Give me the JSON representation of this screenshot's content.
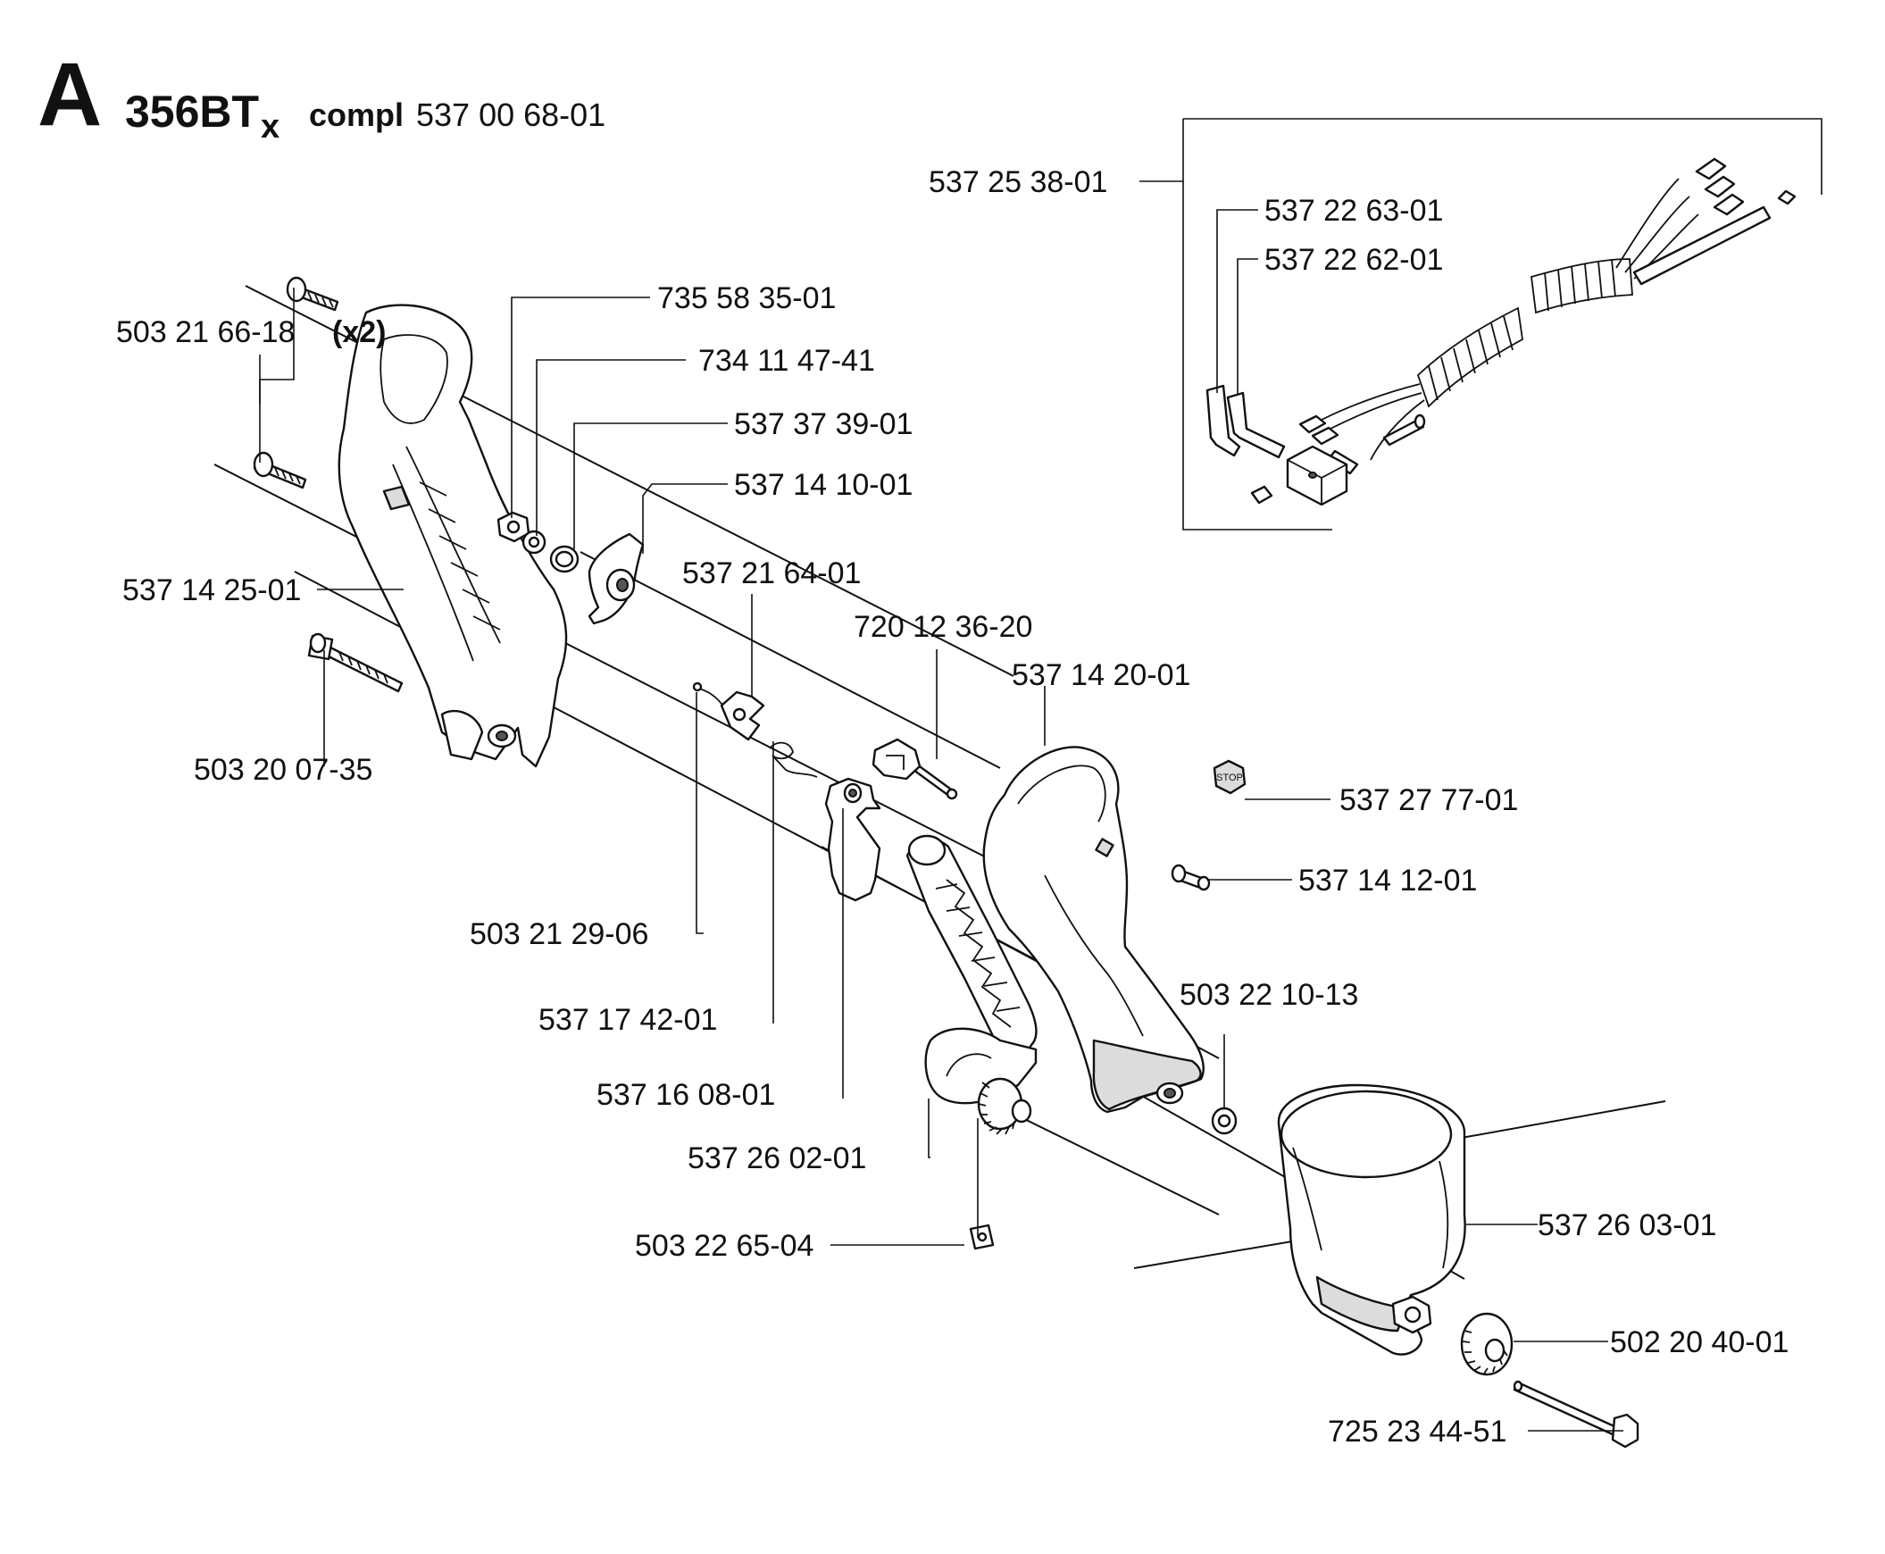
{
  "header": {
    "section_letter": "A",
    "model": "356BT",
    "model_subscript": "x",
    "compl_label": "compl",
    "compl_number": "537 00 68-01"
  },
  "callouts": {
    "c_503216618": "503 21 66-18",
    "c_503216618_qty": "(x2)",
    "c_73558350": "735 58 35-01",
    "c_73411474": "734 11 47-41",
    "c_53737390": "537 37 39-01",
    "c_53714100": "537 14 10-01",
    "c_53714250": "537 14 25-01",
    "c_53721640": "537 21 64-01",
    "c_72012362": "720 12 36-20",
    "c_53714200": "537 14 20-01",
    "c_50320073": "503 20 07-35",
    "c_53727770": "537 27 77-01",
    "c_53714120": "537 14 12-01",
    "c_50321290": "503 21 29-06",
    "c_50322101": "503 22 10-13",
    "c_53717420": "537 17 42-01",
    "c_53716080": "537 16 08-01",
    "c_53726020": "537 26 02-01",
    "c_50322650": "503 22 65-04",
    "c_53726030": "537 26 03-01",
    "c_50220400": "502 20 40-01",
    "c_72523445": "725 23 44-51",
    "c_53725380": "537 25 38-01",
    "c_53722630": "537 22 63-01",
    "c_53722620": "537 22 62-01"
  },
  "stop_switch_text": "STOP"
}
